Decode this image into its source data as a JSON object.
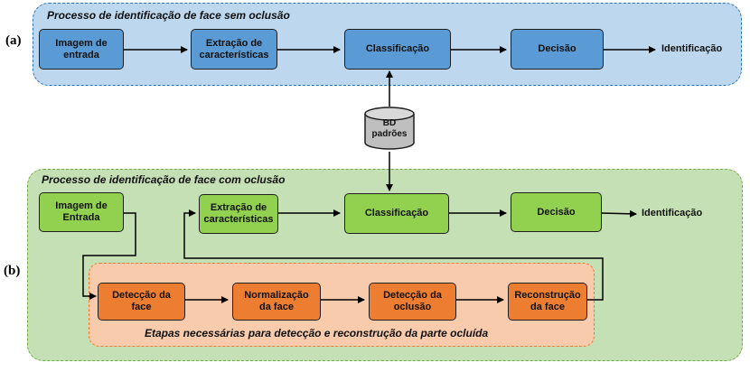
{
  "row_labels": {
    "a": "(a)",
    "b": "(b)"
  },
  "region_titles": {
    "without_occlusion": "Processo de identificação de face sem oclusão",
    "with_occlusion": "Processo de identificação de face com oclusão",
    "occlusion_steps": "Etapas necessárias para detecção e reconstrução da parte ocluída"
  },
  "row_a": {
    "input": "Imagem de\nentrada",
    "extraction": "Extração de\ncaracterísticas",
    "classification": "Classificação",
    "decision": "Decisão",
    "output": "Identificação"
  },
  "database": {
    "label": "BD\npadrões"
  },
  "row_b": {
    "input": "Imagem de\nEntrada",
    "extraction": "Extração de\ncaracterísticas",
    "classification": "Classificação",
    "decision": "Decisão",
    "output": "Identificação"
  },
  "row_c": {
    "face_detection": "Detecção da\nface",
    "face_normalization": "Normalização\nda face",
    "occlusion_detection": "Detecção da\noclusão",
    "face_reconstruction": "Reconstrução\nda face"
  },
  "colors": {
    "row_a_fill": "#5b9bd5",
    "row_b_fill": "#92d050",
    "row_c_fill": "#ed7d31",
    "region_a_bg": "#bdd7ee",
    "region_b_bg": "#c5e0b4",
    "region_c_bg": "#f8cbad"
  }
}
